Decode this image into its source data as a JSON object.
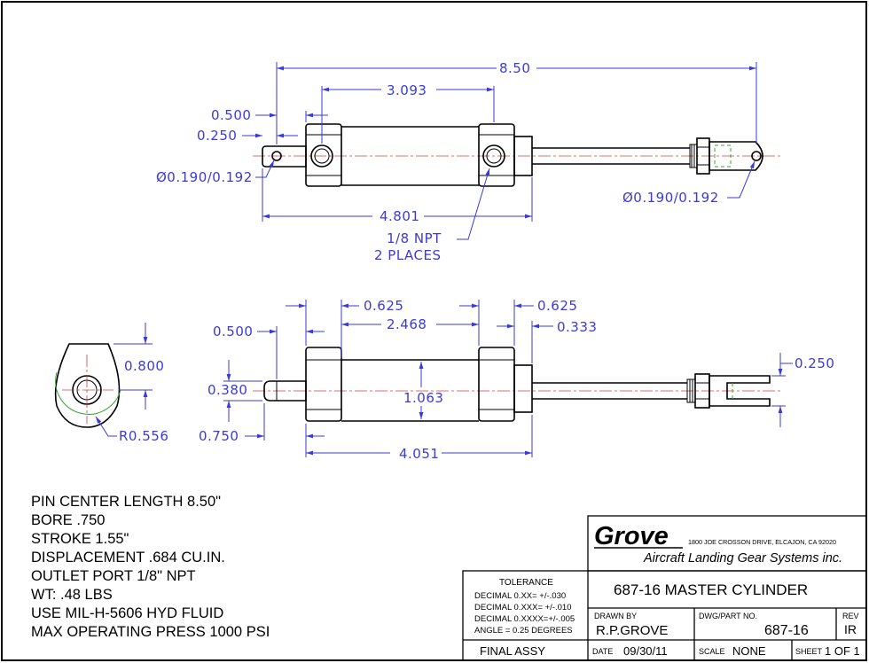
{
  "top_view": {
    "overall_length": "8.50",
    "port_spacing": "3.093",
    "left_eye_length": "0.500",
    "left_eye_center": "0.250",
    "left_pin_dia": "Ø0.190/0.192",
    "right_pin_dia": "Ø0.190/0.192",
    "body_length": "4.801",
    "port_note_line1": "1/8 NPT",
    "port_note_line2": "2 PLACES"
  },
  "side_view": {
    "left_cap_width": "0.625",
    "right_cap_width": "0.625",
    "between_caps": "2.468",
    "right_offset": "0.333",
    "left_eye_length": "0.500",
    "eye_height": "0.800",
    "stem_height": "0.380",
    "bore_dia": "1.063",
    "clevis_slot": "0.250",
    "left_stub": "0.750",
    "eye_radius": "R0.556",
    "body_overall": "4.051"
  },
  "notes": [
    "PIN CENTER LENGTH 8.50\"",
    "BORE .750",
    "STROKE 1.55\"",
    "DISPLACEMENT .684 CU.IN.",
    "OUTLET PORT 1/8\" NPT",
    "WT: .48 LBS",
    "USE MIL-H-5606 HYD FLUID",
    "MAX OPERATING PRESS 1000 PSI"
  ],
  "title_block": {
    "company": "Grove",
    "address": "1800 JOE CROSSON DRIVE, ELCAJON, CA 92020",
    "tagline": "Aircraft Landing Gear Systems inc.",
    "tolerance_title": "TOLERANCE",
    "tolerance_lines": [
      "DECIMAL 0.XX=  +/-.030",
      "DECIMAL 0.XXX= +/-.010",
      "DECIMAL 0.XXXX=+/-.005",
      "ANGLE = 0.25 DEGREES"
    ],
    "drawing_title": "687-16 MASTER CYLINDER",
    "drawn_by_label": "DRAWN BY",
    "drawn_by": "R.P.GROVE",
    "dwg_label": "DWG/PART NO.",
    "dwg_no": "687-16",
    "rev_label": "REV",
    "rev": "IR",
    "final_assy": "FINAL ASSY",
    "date_label": "DATE",
    "date": "09/30/11",
    "scale_label": "SCALE",
    "scale": "NONE",
    "sheet_label": "SHEET",
    "sheet": "1 OF 1"
  }
}
